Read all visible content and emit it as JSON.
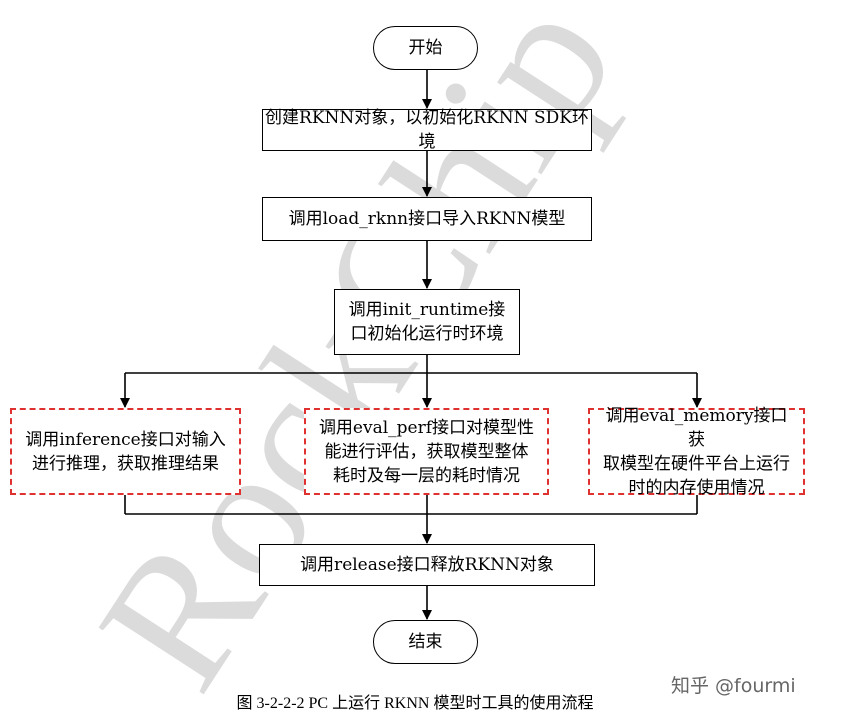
{
  "flowchart": {
    "start": "开始",
    "step1": "创建RKNN对象，以初始化RKNN SDK环境",
    "step2": "调用load_rknn接口导入RKNN模型",
    "step3": "调用init_runtime接\n口初始化运行时环境",
    "branch_left": "调用inference接口对输入\n进行推理，获取推理结果",
    "branch_center": "调用eval_perf接口对模型性\n能进行评估，获取模型整体\n耗时及每一层的耗时情况",
    "branch_right": "调用eval_memory接口获\n取模型在硬件平台上运行\n时的内存使用情况",
    "step4": "调用release接口释放RKNN对象",
    "end": "结束"
  },
  "caption": "图 3-2-2-2 PC 上运行 RKNN 模型时工具的使用流程",
  "watermark": {
    "diagonal_text": "RockChip",
    "zhihu": "知乎 @fourmi"
  },
  "colors": {
    "line": "#000000",
    "dashed_border": "#e03131",
    "watermark": "#cccccc"
  }
}
